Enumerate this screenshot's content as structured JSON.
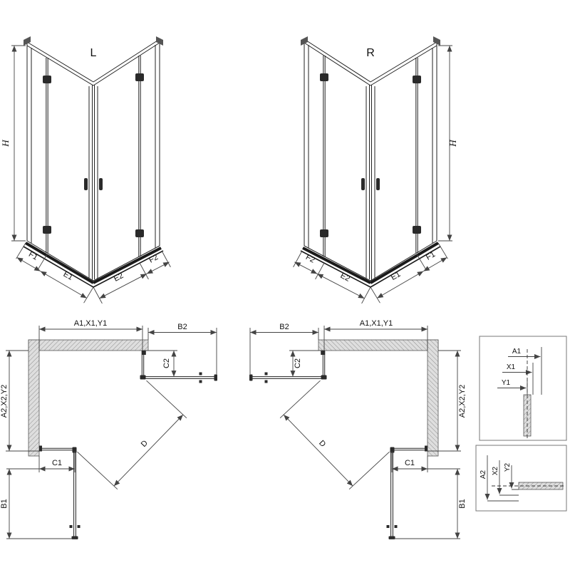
{
  "page": {
    "background": "#ffffff",
    "line_color": "#222222",
    "dim_color": "#444444"
  },
  "iso_left": {
    "label": "L",
    "height_dim": "H",
    "bottom_left_dims": {
      "f1": "F1",
      "e1": "E1"
    },
    "bottom_right_dims": {
      "e2": "E2",
      "f2": "F2"
    }
  },
  "iso_right": {
    "label": "R",
    "height_dim": "H",
    "bottom_left_dims": {
      "f2": "F2",
      "e2": "E2"
    },
    "bottom_right_dims": {
      "e1": "E1",
      "f1": "F1"
    }
  },
  "plan_left": {
    "top_dim": "A1,X1,Y1",
    "top_right_dim": "B2",
    "right_dim": "C2",
    "left_dim": "A2,X2,Y2",
    "bottom_dim": "C1",
    "bottom_left_dim": "B1",
    "diagonal_dim": "D"
  },
  "plan_right": {
    "top_dim": "A1,X1,Y1",
    "top_left_dim": "B2",
    "left_dim": "C2",
    "right_dim": "A2,X2,Y2",
    "bottom_dim": "C1",
    "bottom_right_dim": "B1",
    "diagonal_dim": "D"
  },
  "detail_top": {
    "dim1": "A1",
    "dim2": "X1",
    "dim3": "Y1"
  },
  "detail_bottom": {
    "dim1": "A2",
    "dim2": "X2",
    "dim3": "Y2"
  }
}
